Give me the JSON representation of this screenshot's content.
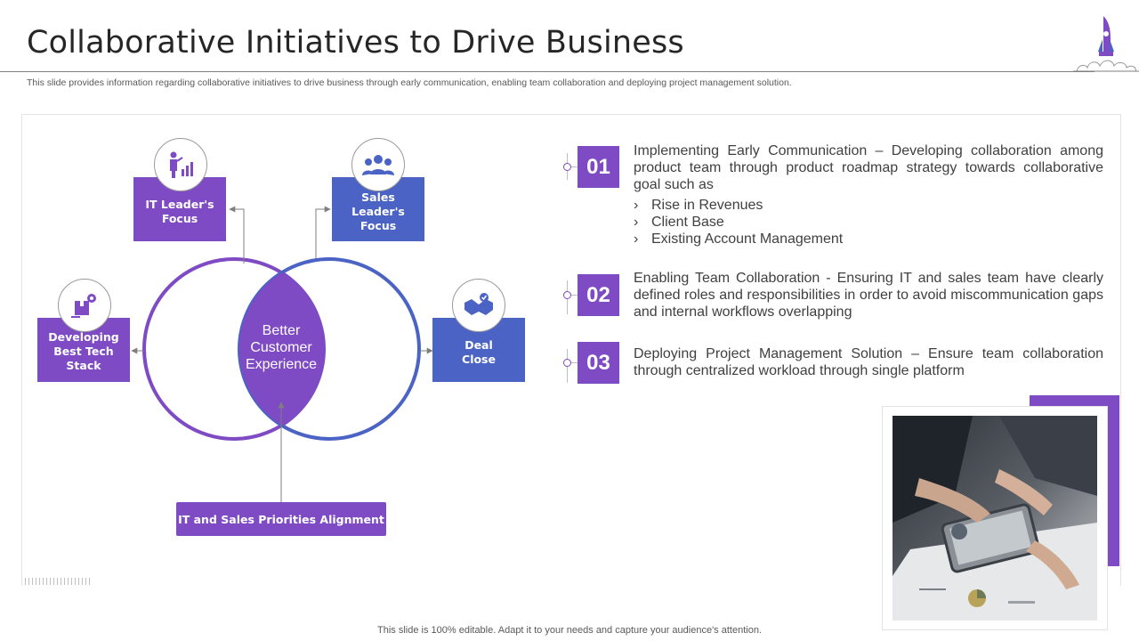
{
  "header": {
    "title": "Collaborative Initiatives to Drive Business",
    "subtitle": "This slide provides information regarding collaborative initiatives to drive business through early communication, enabling team collaboration and deploying project management solution."
  },
  "diagram": {
    "center_label": "Better Customer Experience",
    "nodes": {
      "it_leader": {
        "label": "IT Leader's Focus",
        "icon": "presenter-chart-icon"
      },
      "sales_leader": {
        "label": "Sales Leader's Focus",
        "icon": "team-group-icon"
      },
      "tech_stack": {
        "label": "Developing Best Tech Stack",
        "icon": "box-gear-icon"
      },
      "deal_close": {
        "label": "Deal Close",
        "icon": "handshake-icon"
      }
    },
    "alignment_label": "IT and Sales Priorities Alignment",
    "colors": {
      "purple": "#7e4bc4",
      "blue": "#4b63c4"
    }
  },
  "items": [
    {
      "number": "01",
      "text": "Implementing Early Communication – Developing collaboration among product team through product roadmap strategy towards collaborative goal such as",
      "bullets": [
        "Rise in Revenues",
        "Client Base",
        "Existing Account Management"
      ]
    },
    {
      "number": "02",
      "text": "Enabling Team Collaboration - Ensuring IT and sales team have clearly defined roles and responsibilities in order to avoid miscommunication gaps and internal workflows overlapping"
    },
    {
      "number": "03",
      "text": "Deploying Project Management Solution – Ensure team collaboration through centralized workload through single platform"
    }
  ],
  "bullet_glyph": "›",
  "footer": "This slide is 100% editable. Adapt it to your needs and capture your audience's attention."
}
